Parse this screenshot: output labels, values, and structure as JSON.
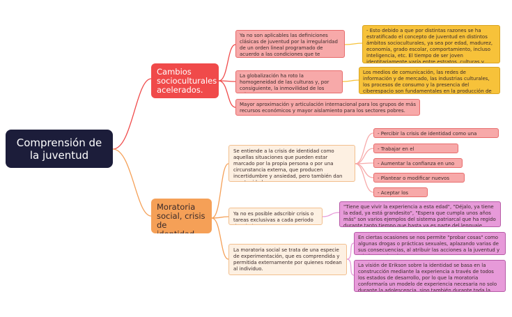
{
  "root": {
    "label": "Comprensión de la juventud"
  },
  "branch1": {
    "label": "Cambios socioculturales acelerados.",
    "children": [
      "Ya no son aplicables las definiciones clásicas de juventud por la irregularidad de un orden lineal programado de acuerdo a las condiciones que te permitían transitar de la juventud a la adultez",
      "La globalización ha roto la homogeneidad de las culturas y, por consiguiente, la inmovilidad de los roles.",
      "Mayor aproximación y articulación internacional para los grupos de más recursos económicos y mayor aislamiento para los sectores pobres."
    ],
    "details": [
      "- Esto debido a que por distintas razones se ha estratificado el concepto de juventud en distintos ámbitos socioculturales, ya sea por edad, madurez, economía, grado escolar, comportamiento, incluso inteligencia, etc. El tiempo de ser joven identitariamente varía entre estratos, culturas y clases sociales.",
      "Los medios de comunicación, las redes de información y de mercado, las industrias culturales, los procesos de consumo y la presencia del ciberespacio son fundamentales en la producción de subjetividades contemporáneas y diversas."
    ]
  },
  "branch2": {
    "label": "Moratoria social, crisis de identidad.",
    "children": [
      "Se entiende a la crisis de identidad como aquellas situaciones que pueden estar marcado por la propia persona o por una circunstancia externa, que producen incertidumbre y ansiedad, pero también dan oportunidades",
      "Ya no es posible adscribir crisis o tareas exclusivas a cada periodo de edad.",
      "La moratoria social se trata de una especie de experimentación, que es comprendida y permitida externamente por quienes rodean al individuo."
    ],
    "crisis_items": [
      "- Percibir la crisis de identidad como una oportunidad.",
      "- Trabajar en el autodescubrimiento.",
      "- Aumentar la confianza en uno mismo.",
      "- Plantear o modificar nuevos objetivos.",
      "- Aceptar los cambios."
    ],
    "quote": "\"Tiene que vivir la experiencia a esta edad\", \"Déjalo, ya tiene la edad, ya está grandesito\", \"Espera que cumpla unos años más\" son varios ejemplos del sistema patriarcal que ha regido durante tanto tiempo que hasta ya es parte del lenguaje cotidiano de todo padre y madre de familia.",
    "moratoria_details": [
      "En ciertas ocasiones se nos permite \"probar cosas\" como algunas drogas o prácticas sexuales, aplazando varias de sus consecuencias, al atribuir las acciones a la juventud y a la inexperiencia.",
      "La visión de Erikson sobre la identidad se basa en la construcción mediante la experiencia a través de todos los estados de desarrollo, por lo que la moratoria conformaría un modelo de experiencia necesaria no solo durante la adolescencia, sino también durante toda la edad adulta."
    ]
  },
  "colors": {
    "root": "#1c1d3a",
    "branch_red": "#f04a4a",
    "branch_orange": "#f5a057",
    "leaf_red": "#f7a9a9",
    "leaf_yellow": "#f7c23a",
    "leaf_cream": "#fdf0e2",
    "leaf_pink": "#e79ad9"
  }
}
